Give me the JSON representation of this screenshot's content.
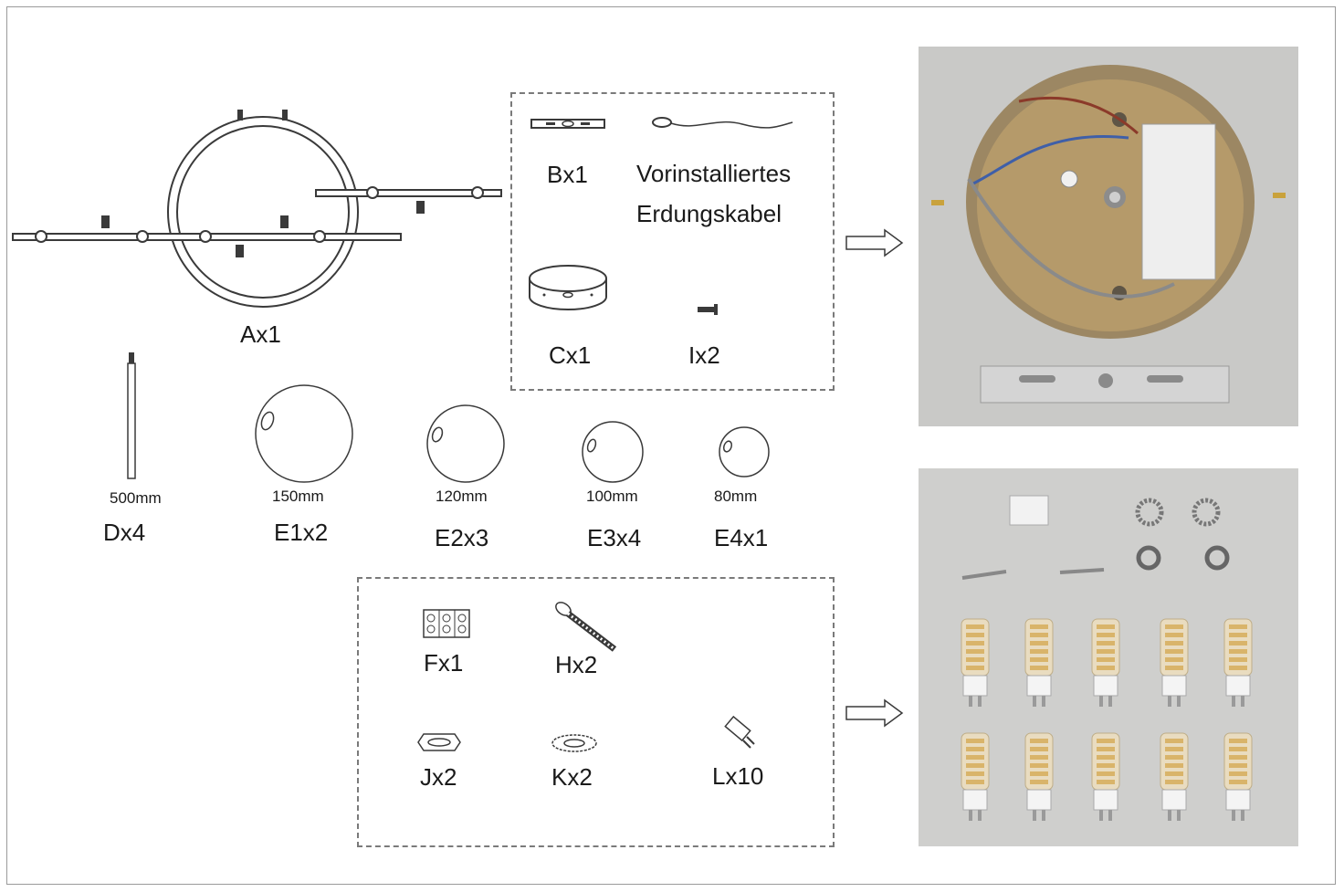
{
  "parts": {
    "A": {
      "label": "Ax1"
    },
    "B": {
      "label": "Bx1"
    },
    "ground_cable": {
      "line1": "Vorinstalliertes",
      "line2": "Erdungskabel"
    },
    "C": {
      "label": "Cx1"
    },
    "I": {
      "label": "Ix2"
    },
    "D": {
      "label": "Dx4",
      "size": "500mm"
    },
    "E1": {
      "label": "E1x2",
      "size": "150mm"
    },
    "E2": {
      "label": "E2x3",
      "size": "120mm"
    },
    "E3": {
      "label": "E3x4",
      "size": "100mm"
    },
    "E4": {
      "label": "E4x1",
      "size": "80mm"
    },
    "F": {
      "label": "Fx1"
    },
    "H": {
      "label": "Hx2"
    },
    "J": {
      "label": "Jx2"
    },
    "K": {
      "label": "Kx2"
    },
    "L": {
      "label": "Lx10"
    }
  },
  "colors": {
    "line": "#3a3a3a",
    "dashed_border": "#7a7a7a",
    "photo_background": "#c9c9c7",
    "canopy_gold": "#b59a6a",
    "bracket_silver": "#d4d4d4"
  }
}
